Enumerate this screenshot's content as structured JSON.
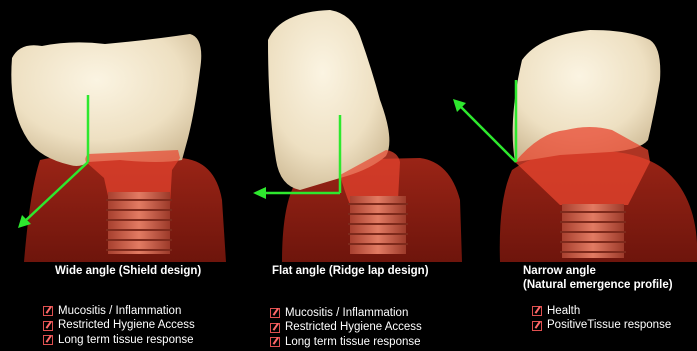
{
  "panels": [
    {
      "caption": [
        "Wide angle (Shield design)"
      ],
      "items": [
        "Mucositis / Inflammation",
        "Restricted Hygiene Access",
        "Long term tissue response"
      ]
    },
    {
      "caption": [
        "Flat angle  (Ridge lap design)"
      ],
      "items": [
        "Mucositis / Inflammation",
        "Restricted Hygiene Access",
        "Long term tissue response"
      ]
    },
    {
      "caption": [
        "Narrow angle",
        "(Natural emergence profile)"
      ],
      "items": [
        "Health",
        "PositiveTissue response"
      ]
    }
  ],
  "colors": {
    "background": "#000000",
    "gum": "#8a1d12",
    "tissue_overlay": "#e8452f",
    "implant": "#c7523e",
    "arrow": "#2ee82e",
    "checkbox": "#e05050"
  },
  "icons": [
    "checked-box-icon"
  ]
}
